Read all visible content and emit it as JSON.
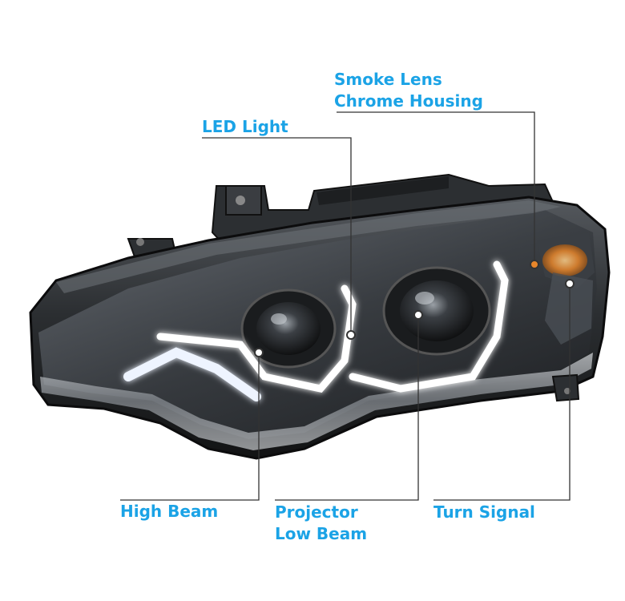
{
  "callouts": {
    "smoke_lens": {
      "line1": "Smoke Lens",
      "line2": "Chrome Housing"
    },
    "led_light": {
      "label": "LED Light"
    },
    "high_beam": {
      "label": "High Beam"
    },
    "projector": {
      "line1": "Projector",
      "line2": "Low Beam"
    },
    "turn_signal": {
      "label": "Turn Signal"
    }
  },
  "colors": {
    "label_blue": "#1ba3e6",
    "leader_line": "#333333",
    "housing_dark": "#2a2d30",
    "drl_glow": "#ffffff",
    "amber_reflector": "#e8862a"
  }
}
